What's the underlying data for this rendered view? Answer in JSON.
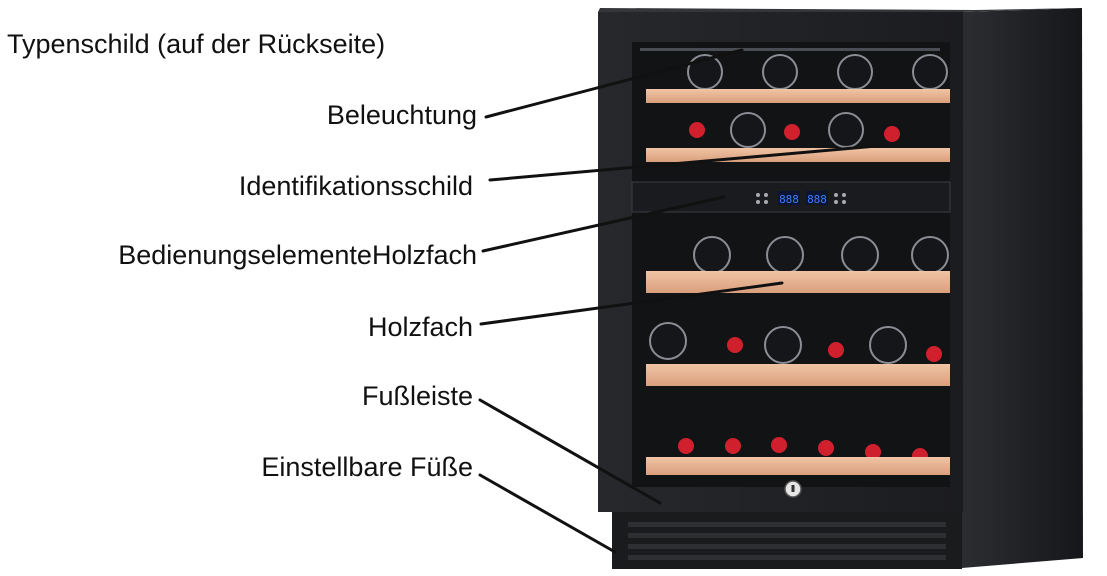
{
  "labels": {
    "type_plate": "Typenschild (auf der Rückseite)",
    "lighting": "Beleuchtung",
    "id_plate": "Identifikationsschild",
    "controls": "BedienungselementeHolzfach",
    "wood_shelf": "Holzfach",
    "kickplate": "Fußleiste",
    "adjustable_feet": "Einstellbare Füße"
  },
  "display": {
    "left_temp": "888",
    "right_temp": "888"
  },
  "colors": {
    "cabinet": "#1e2024",
    "interior": "#121315",
    "shelf_wood": "#e9b896",
    "cork_red": "#d0202e",
    "display_blue": "#3d7cff",
    "label_text": "#111111"
  }
}
